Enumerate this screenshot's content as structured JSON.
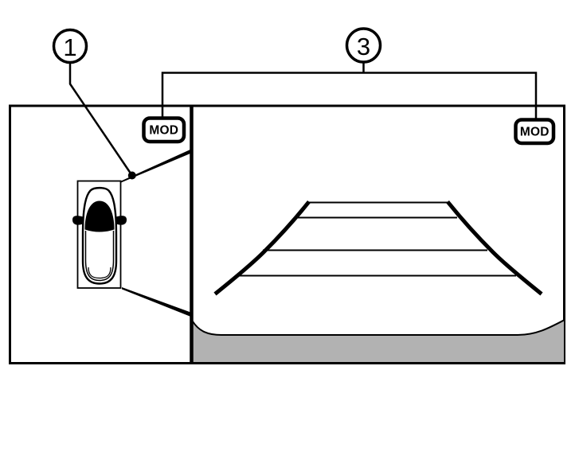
{
  "callouts": [
    {
      "number": "1"
    },
    {
      "number": "3"
    }
  ],
  "screen": {
    "left_panel": {
      "mod_badge_label": "MOD"
    },
    "right_panel": {
      "mod_badge_label": "MOD"
    }
  },
  "colors": {
    "line": "#000000",
    "background": "#ffffff",
    "bumper_gray": "#b2b2b2"
  }
}
